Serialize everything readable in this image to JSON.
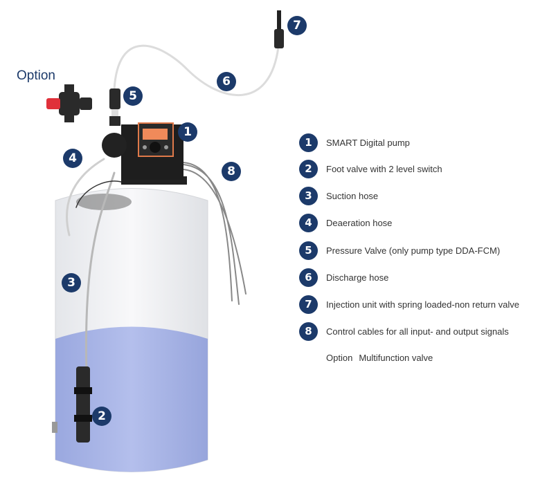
{
  "option_title": "Option",
  "callouts": [
    "1",
    "2",
    "3",
    "4",
    "5",
    "6",
    "7",
    "8"
  ],
  "legend": [
    {
      "num": "1",
      "text": "SMART Digital pump"
    },
    {
      "num": "2",
      "text": "Foot valve with 2 level switch"
    },
    {
      "num": "3",
      "text": "Suction hose"
    },
    {
      "num": "4",
      "text": "Deaeration hose"
    },
    {
      "num": "5",
      "text": "Pressure Valve (only pump type DDA-FCM)"
    },
    {
      "num": "6",
      "text": "Discharge hose"
    },
    {
      "num": "7",
      "text": "Injection unit with spring loaded-non return valve"
    },
    {
      "num": "8",
      "text": "Control cables for all input- and output signals"
    }
  ],
  "legend_option": {
    "label": "Option",
    "text": "Multifunction valve"
  },
  "colors": {
    "badge": "#1c3a6a",
    "liquid": "#aab6e6",
    "pump_display": "#f08a5a",
    "valve_knob": "#e0303a"
  }
}
